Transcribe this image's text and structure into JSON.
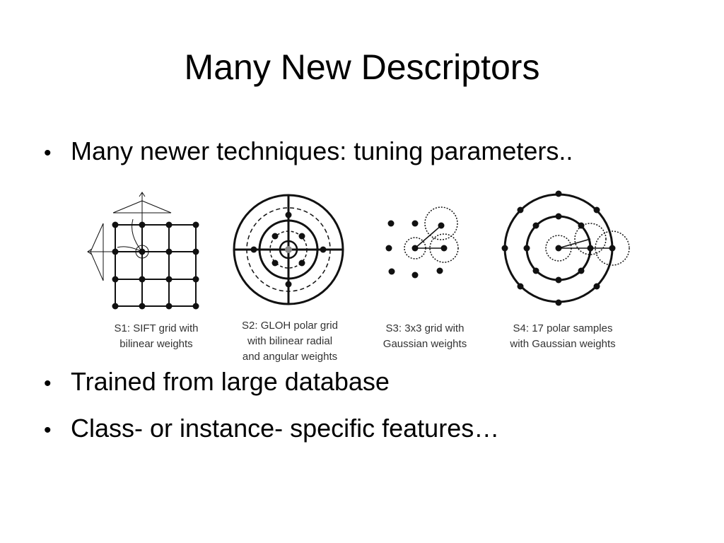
{
  "slide": {
    "title": "Many New Descriptors",
    "bullet_char": "•",
    "bullets": [
      "Many newer techniques: tuning parameters..",
      "Trained from large database",
      "Class- or instance- specific features…"
    ]
  },
  "figure": {
    "captions": [
      {
        "line1": "S1: SIFT grid with",
        "line2": "bilinear weights",
        "line3": ""
      },
      {
        "line1": "S2: GLOH polar grid",
        "line2": "with bilinear radial",
        "line3": "and angular weights"
      },
      {
        "line1": "S3: 3x3 grid with",
        "line2": "Gaussian weights",
        "line3": ""
      },
      {
        "line1": "S4: 17 polar samples",
        "line2": "with Gaussian weights",
        "line3": ""
      }
    ]
  }
}
